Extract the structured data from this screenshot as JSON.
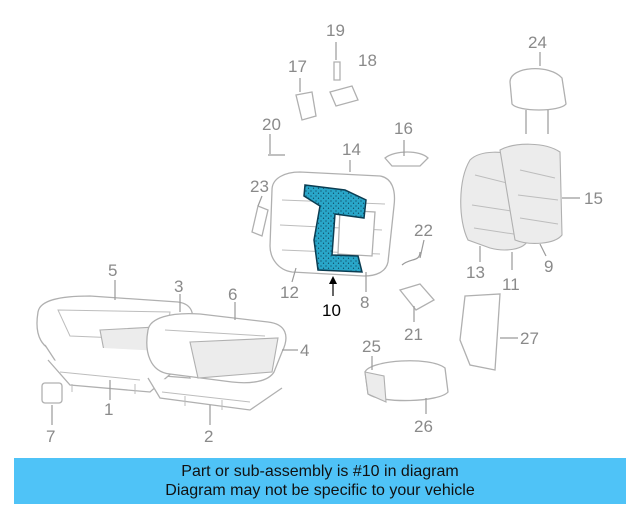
{
  "callouts": {
    "c1": "1",
    "c2": "2",
    "c3": "3",
    "c4": "4",
    "c5": "5",
    "c6": "6",
    "c7": "7",
    "c8": "8",
    "c9": "9",
    "c10": "10",
    "c11": "11",
    "c12": "12",
    "c13": "13",
    "c14": "14",
    "c15": "15",
    "c16": "16",
    "c17": "17",
    "c18": "18",
    "c19": "19",
    "c20": "20",
    "c21": "21",
    "c22": "22",
    "c23": "23",
    "c24": "24",
    "c25": "25",
    "c26": "26",
    "c27": "27"
  },
  "highlight": {
    "part_number": "10",
    "color": "#29a6c9"
  },
  "banner": {
    "line1": "Part or sub-assembly is #10 in diagram",
    "line2": "Diagram may not be specific to your vehicle",
    "background": "#4fc3f7"
  }
}
